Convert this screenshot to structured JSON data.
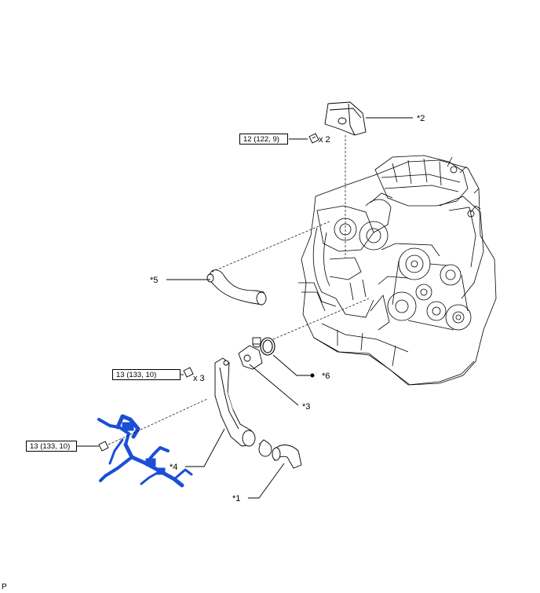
{
  "callouts": {
    "c1": "*1",
    "c2": "*2",
    "c3": "*3",
    "c4": "*4",
    "c5": "*5",
    "c6": "*6"
  },
  "bullet": "●",
  "torque": {
    "t1": "12 (122, 9)",
    "t2": "13 (133, 10)",
    "t3": "13 (133, 10)"
  },
  "qty": {
    "q1": "x 2",
    "q2": "x 3"
  },
  "footer_code": "P",
  "colors": {
    "line": "#000000",
    "wire_harness": "#1a4fd6",
    "background": "#ffffff"
  }
}
